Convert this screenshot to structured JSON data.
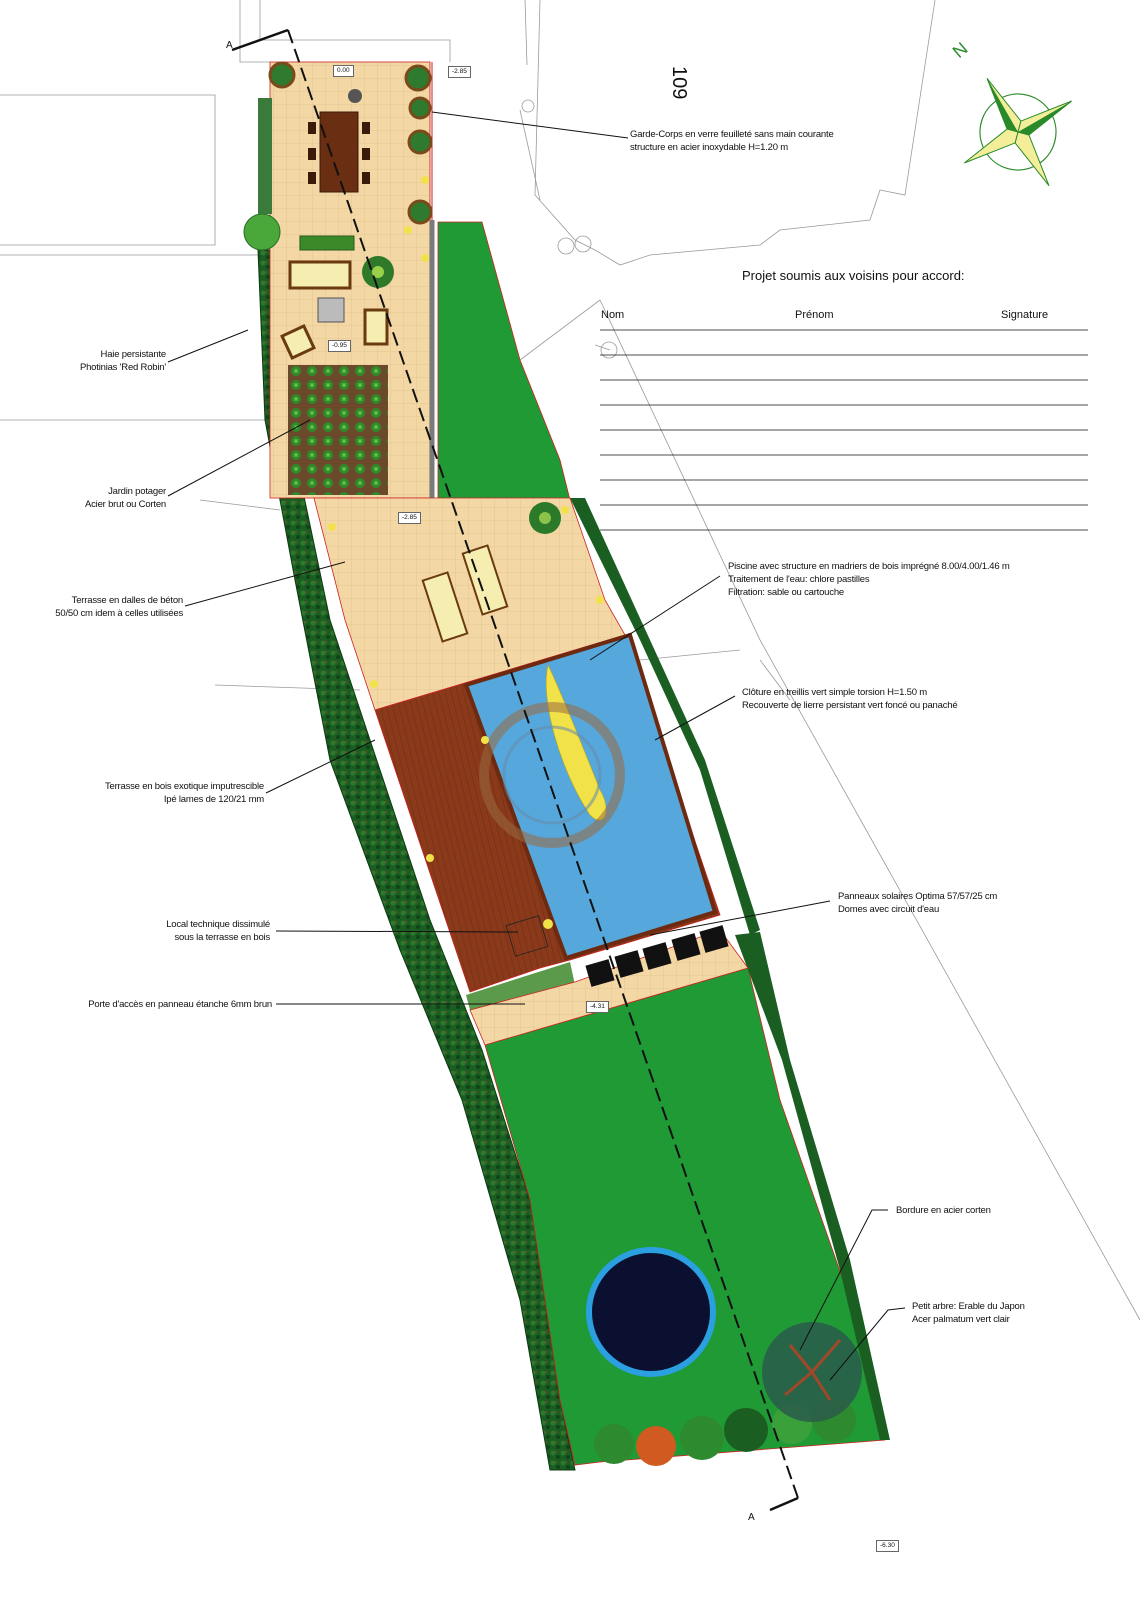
{
  "house_number": "109",
  "section_marker": "A",
  "compass_label": "N",
  "approval": {
    "title": "Projet soumis aux voisins pour accord:",
    "columns": [
      "Nom",
      "Prénom",
      "Signature"
    ]
  },
  "levels": {
    "top_left": "0.00",
    "top_right": "-2.85",
    "mid": "-0.95",
    "terrace": "-2.85",
    "bottom": "-4.31",
    "far": "-6.30"
  },
  "annotations": {
    "garde_corps": [
      "Garde-Corps en verre feuilleté sans main courante",
      "structure en acier inoxydable H=1.20 m"
    ],
    "haie": [
      "Haie persistante",
      "Photinias 'Red Robin'"
    ],
    "potager": [
      "Jardin potager",
      "Acier brut ou Corten"
    ],
    "terrasse_beton": [
      "Terrasse en dalles de béton",
      "50/50 cm idem à celles utilisées"
    ],
    "piscine": [
      "Piscine avec structure en madriers de bois imprégné 8.00/4.00/1.46 m",
      "Traitement de l'eau: chlore pastilles",
      "Filtration: sable ou cartouche"
    ],
    "cloture": [
      "Clôture en treillis vert simple torsion H=1.50 m",
      "Recouverte de lierre persistant vert foncé ou panaché"
    ],
    "terrasse_bois": [
      "Terrasse en bois exotique imputrescible",
      "Ipé lames de 120/21 mm"
    ],
    "local": [
      "Local technique dissimulé",
      "sous la terrasse en bois"
    ],
    "panneaux": [
      "Panneaux solaires Optima 57/57/25 cm",
      "Domes avec circuit d'eau"
    ],
    "porte": [
      "Porte d'accès en panneau étanche 6mm brun"
    ],
    "bordure": [
      "Bordure en acier corten"
    ],
    "arbre": [
      "Petit arbre: Erable du Japon",
      "Acer palmatum vert clair"
    ]
  },
  "colors": {
    "lawn": "#1f9a35",
    "hedge": "#1a5e22",
    "paving": "#f3d8a6",
    "deck": "#8a3a1a",
    "pool": "#55a7dc",
    "trampoline": "#0b1030",
    "trampoline_ring": "#2aa0e0"
  }
}
